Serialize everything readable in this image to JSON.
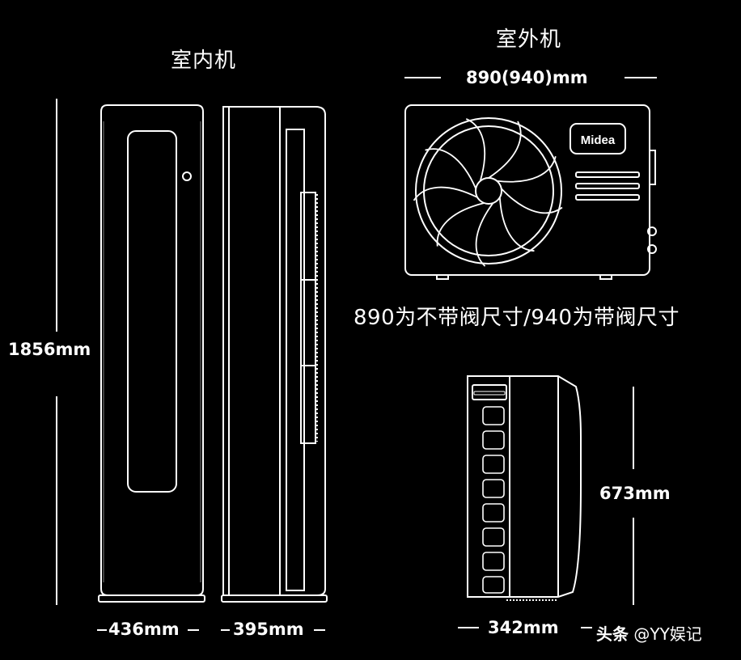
{
  "indoor": {
    "title": "室内机",
    "height_label": "1856mm",
    "front_width_label": "436mm",
    "side_depth_label": "395mm"
  },
  "outdoor": {
    "title": "室外机",
    "width_label": "890(940)mm",
    "brand_logo": "Midea",
    "note": "890为不带阀尺寸/940为带阀尺寸",
    "depth_label": "342mm",
    "height_label": "673mm"
  },
  "watermark": {
    "source": "头条",
    "handle": "@YY娱记"
  },
  "colors": {
    "background": "#000000",
    "line": "#ffffff"
  },
  "icons": [
    "fan-grille-icon",
    "midea-logo",
    "valve-icon"
  ]
}
